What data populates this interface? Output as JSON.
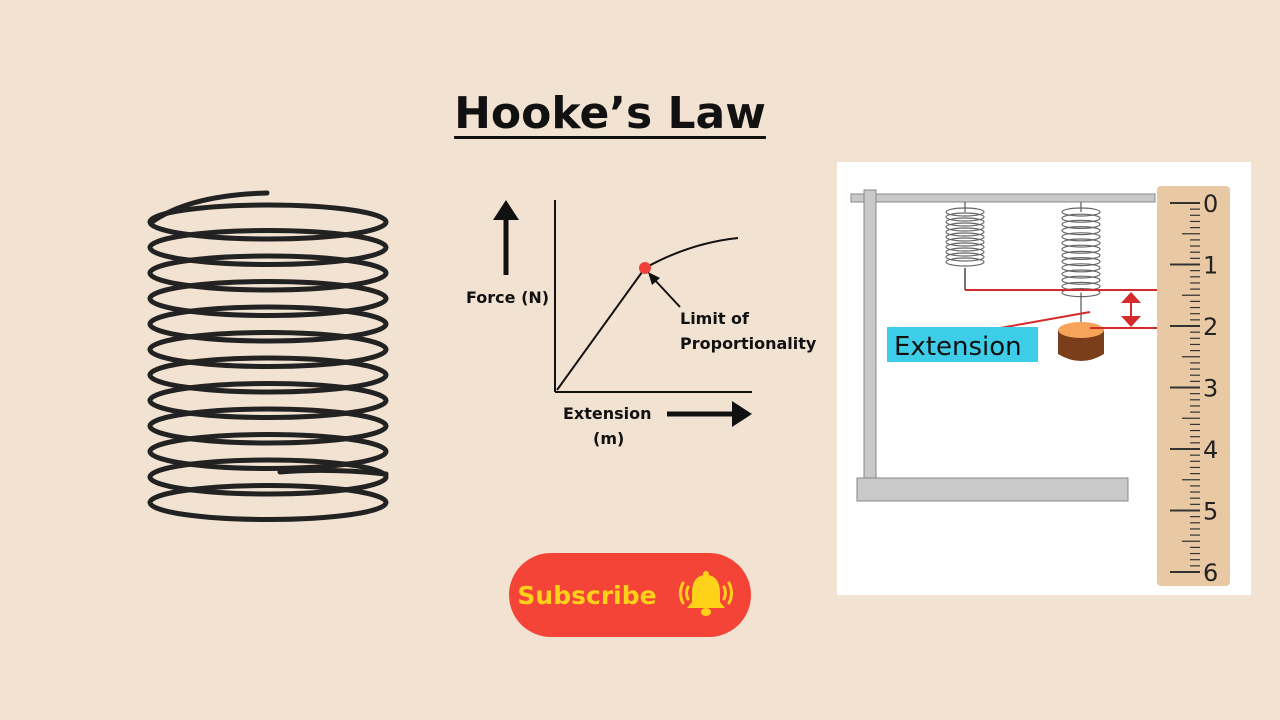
{
  "title": "Hooke’s Law",
  "graph": {
    "y_label": "Force (N)",
    "x_label_line1": "Extension",
    "x_label_line2": "(m)",
    "annotation_line1": "Limit of",
    "annotation_line2": "Proportionality"
  },
  "apparatus": {
    "extension_label": "Extension",
    "ruler_numbers": [
      "0",
      "1",
      "2",
      "3",
      "4",
      "5",
      "6"
    ],
    "label_bg_color": "#3dcde8",
    "marker_color": "#d42a2a"
  },
  "subscribe": {
    "label": "Subscribe",
    "bg_color": "#f44437",
    "text_color": "#ffd21a",
    "icon": "bell-icon"
  }
}
